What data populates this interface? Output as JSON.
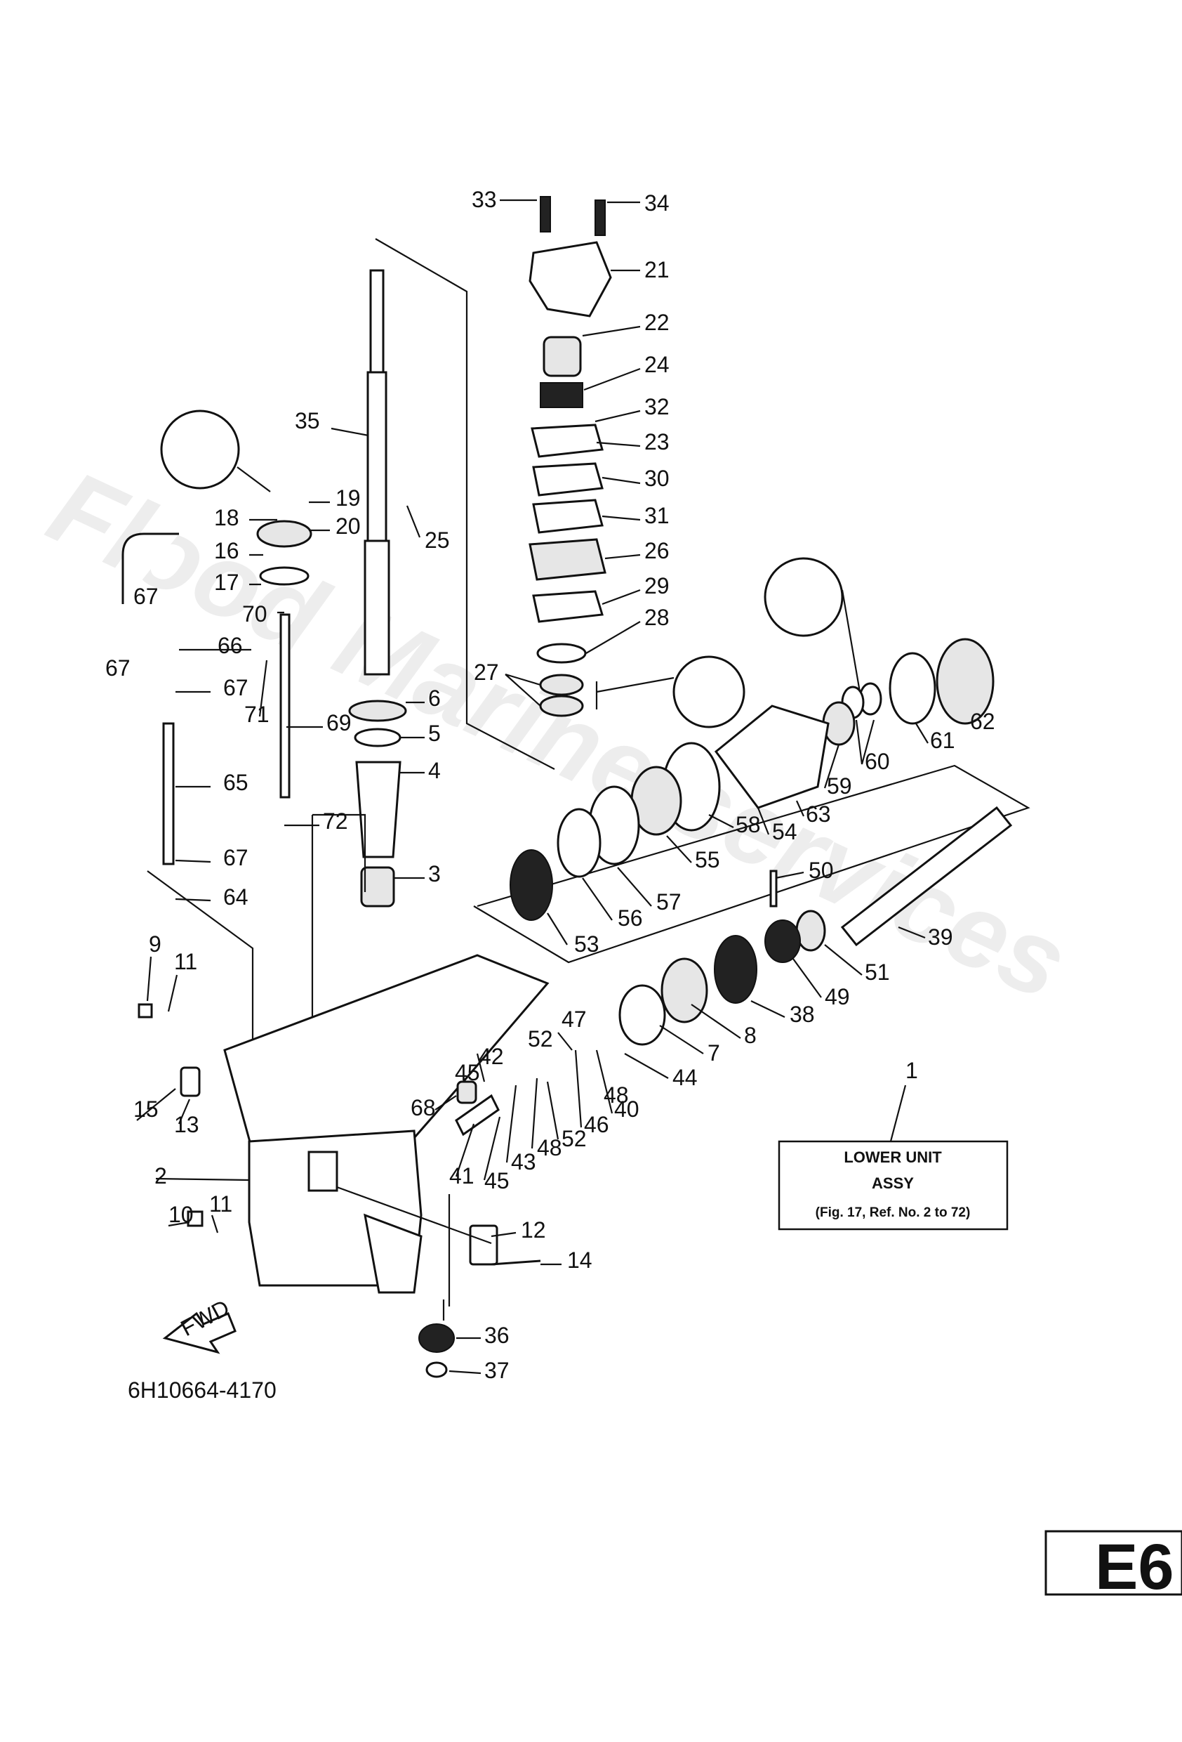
{
  "watermark": "Flood Marine services",
  "drawing_number": "6H10664-4170",
  "page_id": "E6",
  "fwd_label": "FWD",
  "assembly_box": {
    "line1": "LOWER UNIT",
    "line2": "ASSY",
    "line3": "(Fig. 17, Ref. No. 2 to 72)"
  },
  "callouts": {
    "c1": "1",
    "c2": "2",
    "c3": "3",
    "c4": "4",
    "c5": "5",
    "c6": "6",
    "c7": "7",
    "c8": "8",
    "c9": "9",
    "c10": "10",
    "c11a": "11",
    "c11b": "11",
    "c12": "12",
    "c13": "13",
    "c14": "14",
    "c15": "15",
    "c16": "16",
    "c17": "17",
    "c18": "18",
    "c19": "19",
    "c20": "20",
    "c21": "21",
    "c22": "22",
    "c23": "23",
    "c24": "24",
    "c25": "25",
    "c26": "26",
    "c27": "27",
    "c28": "28",
    "c29": "29",
    "c30": "30",
    "c31": "31",
    "c32": "32",
    "c33": "33",
    "c34": "34",
    "c35": "35",
    "c36": "36",
    "c37": "37",
    "c38": "38",
    "c39": "39",
    "c40": "40",
    "c41": "41",
    "c42": "42",
    "c43": "43",
    "c44": "44",
    "c45a": "45",
    "c45b": "45",
    "c46": "46",
    "c47": "47",
    "c48a": "48",
    "c48b": "48",
    "c49": "49",
    "c50": "50",
    "c51": "51",
    "c52a": "52",
    "c52b": "52",
    "c53": "53",
    "c54": "54",
    "c55": "55",
    "c56": "56",
    "c57": "57",
    "c58": "58",
    "c59": "59",
    "c60": "60",
    "c61": "61",
    "c62": "62",
    "c63": "63",
    "c64": "64",
    "c65": "65",
    "c66": "66",
    "c67a": "67",
    "c67b": "67",
    "c67c": "67",
    "c67d": "67",
    "c68": "68",
    "c69": "69",
    "c70": "70",
    "c71": "71",
    "c72": "72"
  }
}
